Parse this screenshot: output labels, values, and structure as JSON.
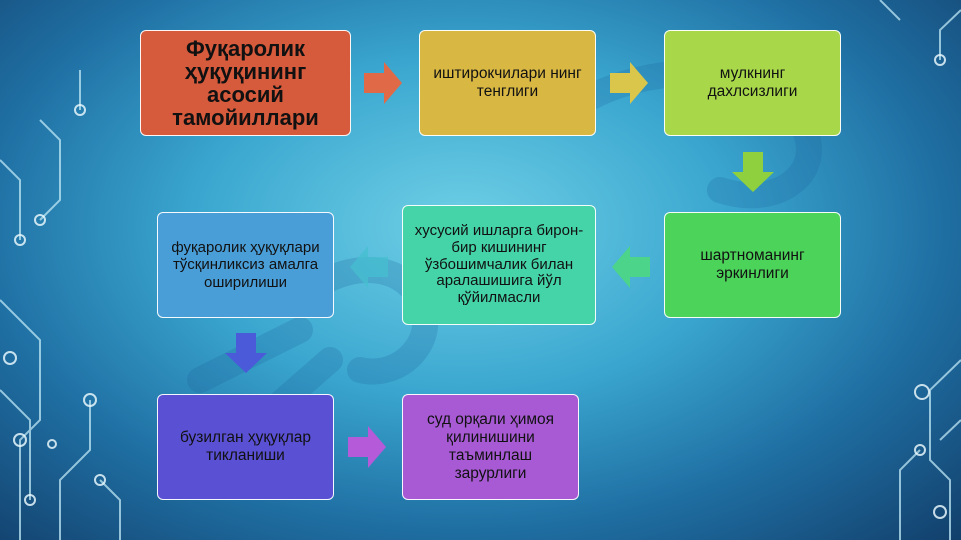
{
  "diagram": {
    "title": "Фуқаролик ҳуқуқининг асосий тамойиллари",
    "boxes": [
      {
        "id": "b1",
        "text": "иштирокчилари нинг тенглиги",
        "color": "#d8b743"
      },
      {
        "id": "b2",
        "text": "мулкнинг дахлсизлиги",
        "color": "#a8d84a"
      },
      {
        "id": "b3",
        "text": "шартноманинг эркинлиги",
        "color": "#4cd45a"
      },
      {
        "id": "b4",
        "text": "хусусий ишларга бирон-бир кишининг ўзбошимчалик билан аралашишига йўл қўйилмасли",
        "color": "#44d4a8"
      },
      {
        "id": "b5",
        "text": "фуқаролик ҳуқуқлари тўсқинликсиз амалга оширилиши",
        "color": "#4a9ed8"
      },
      {
        "id": "b6",
        "text": "бузилган ҳуқуқлар тикланиши",
        "color": "#5a50d4"
      },
      {
        "id": "b7",
        "text": "суд орқали ҳимоя қилинишини таъминлаш зарурлиги",
        "color": "#a85ad4"
      }
    ],
    "title_color": "#d65a3c"
  }
}
